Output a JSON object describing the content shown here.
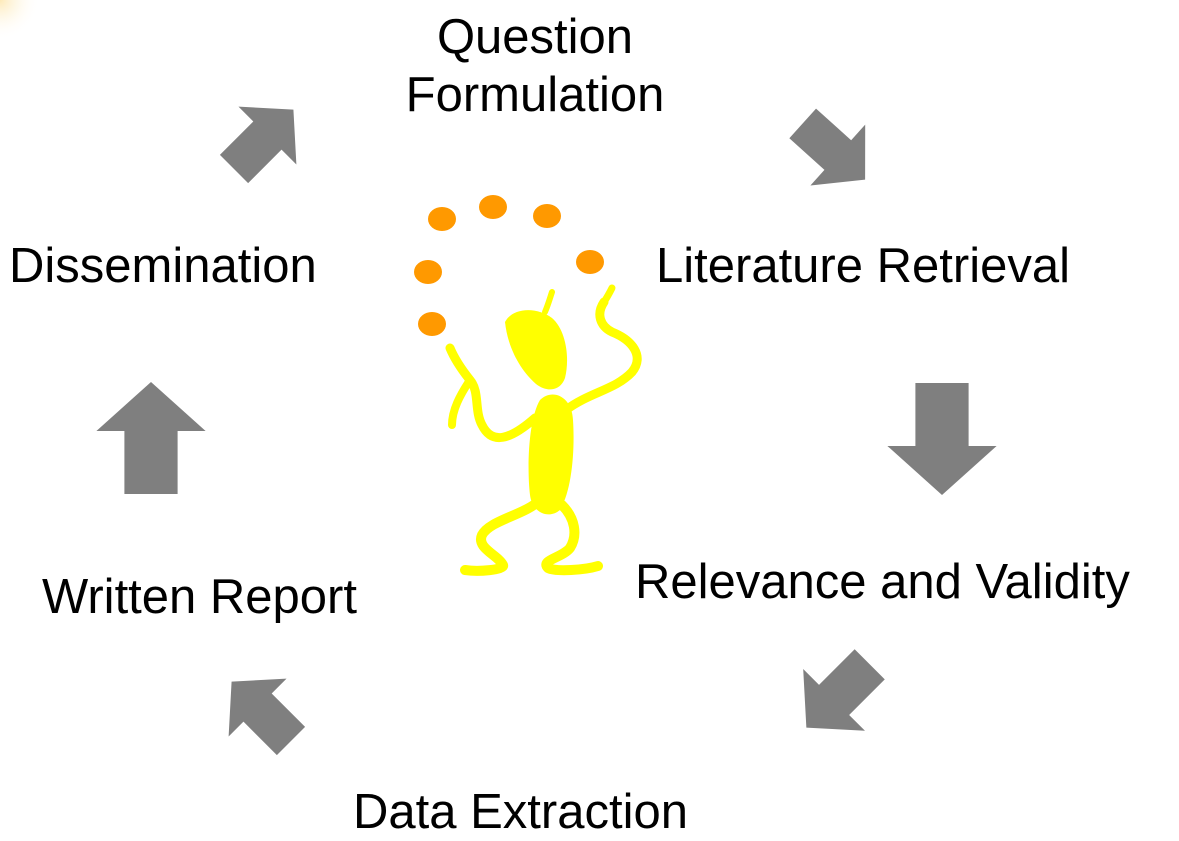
{
  "diagram": {
    "steps": [
      {
        "id": "question",
        "line1": "Question",
        "line2": "Formulation"
      },
      {
        "id": "literature",
        "text": "Literature Retrieval"
      },
      {
        "id": "relevance",
        "text": "Relevance and Validity"
      },
      {
        "id": "extraction",
        "text": "Data Extraction"
      },
      {
        "id": "report",
        "text": "Written Report"
      },
      {
        "id": "dissemination",
        "text": "Dissemination"
      }
    ],
    "colors": {
      "arrow": "#7f7f7f",
      "figure": "#ffff00",
      "balls": "#ff9900",
      "text": "#000000"
    },
    "illustration": "juggler-figure"
  }
}
